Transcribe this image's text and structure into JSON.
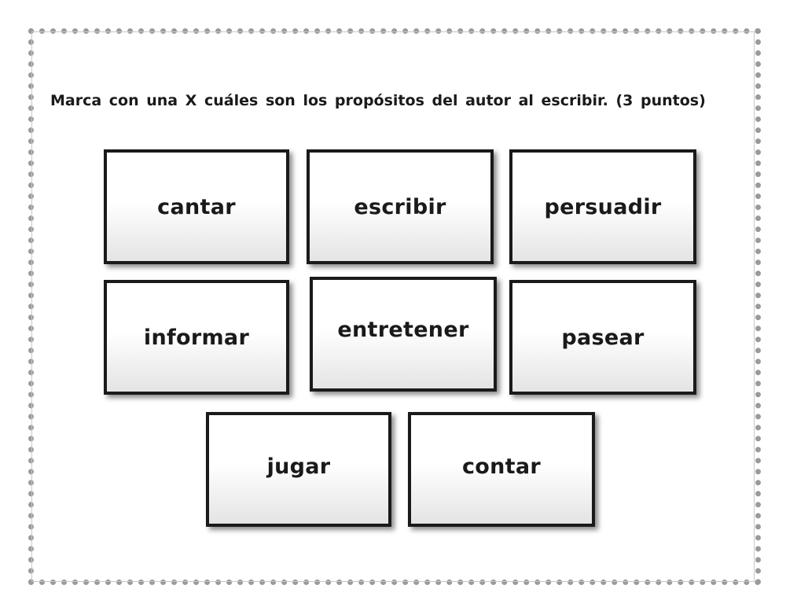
{
  "instruction": "Marca con una X cuáles son los propósitos del autor al escribir. (3 puntos)",
  "options": [
    {
      "label": "cantar"
    },
    {
      "label": "escribir"
    },
    {
      "label": "persuadir"
    },
    {
      "label": "informar"
    },
    {
      "label": "entretener"
    },
    {
      "label": "pasear"
    },
    {
      "label": "jugar"
    },
    {
      "label": "contar"
    }
  ]
}
